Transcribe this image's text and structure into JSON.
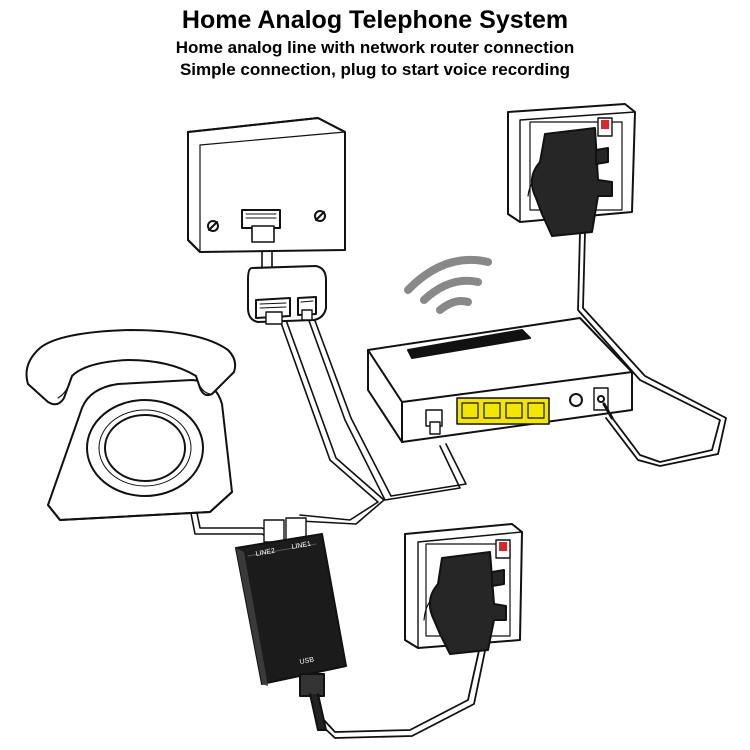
{
  "header": {
    "title": "Home Analog Telephone System",
    "subtitle1": "Home analog line with network router connection",
    "subtitle2": "Simple connection, plug to start voice recording"
  },
  "recorder": {
    "port_line2": "LINE2",
    "port_line1": "LINE1",
    "port_usb": "USB"
  },
  "colors": {
    "ink": "#111111",
    "lan_ports": "#f2e600",
    "socket_switch": "#d42a2a",
    "adapter": "#262626",
    "wifi": "#888888"
  }
}
